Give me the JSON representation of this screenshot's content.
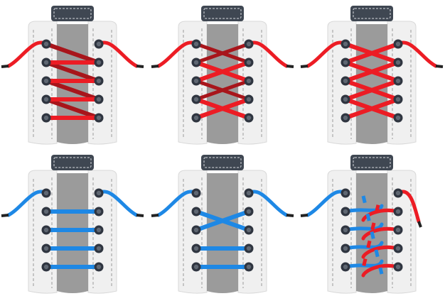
{
  "colors": {
    "background": "#ffffff",
    "shoe_panel": "#f0f0f0",
    "shoe_panel_edge": "#d9d9d9",
    "stitch": "#9a9a9a",
    "tongue": "#9b9b9b",
    "tag": "#3f4752",
    "tag_stitch": "#d8dbe0",
    "eyelet_ring": "#2f3540",
    "eyelet_hole": "#5f6772",
    "red_lace": "#ec1c24",
    "red_lace_dark": "#a8151b",
    "blue_lace": "#1e88e5",
    "blue_lace_dark": "#1565c0",
    "aglet": "#222222"
  },
  "diagrams": [
    {
      "id": "straight-bar-red",
      "lace_color": "red",
      "pattern": "straight-bar"
    },
    {
      "id": "criss-cross-red",
      "lace_color": "red",
      "pattern": "double-cross"
    },
    {
      "id": "ladder-cross-red",
      "lace_color": "red",
      "pattern": "criss-cross"
    },
    {
      "id": "straight-european-blue",
      "lace_color": "blue",
      "pattern": "straight-european"
    },
    {
      "id": "single-cross-blue",
      "lace_color": "blue",
      "pattern": "single-cross"
    },
    {
      "id": "two-color-weave",
      "lace_color": "red+blue",
      "pattern": "two-color-weave"
    }
  ]
}
